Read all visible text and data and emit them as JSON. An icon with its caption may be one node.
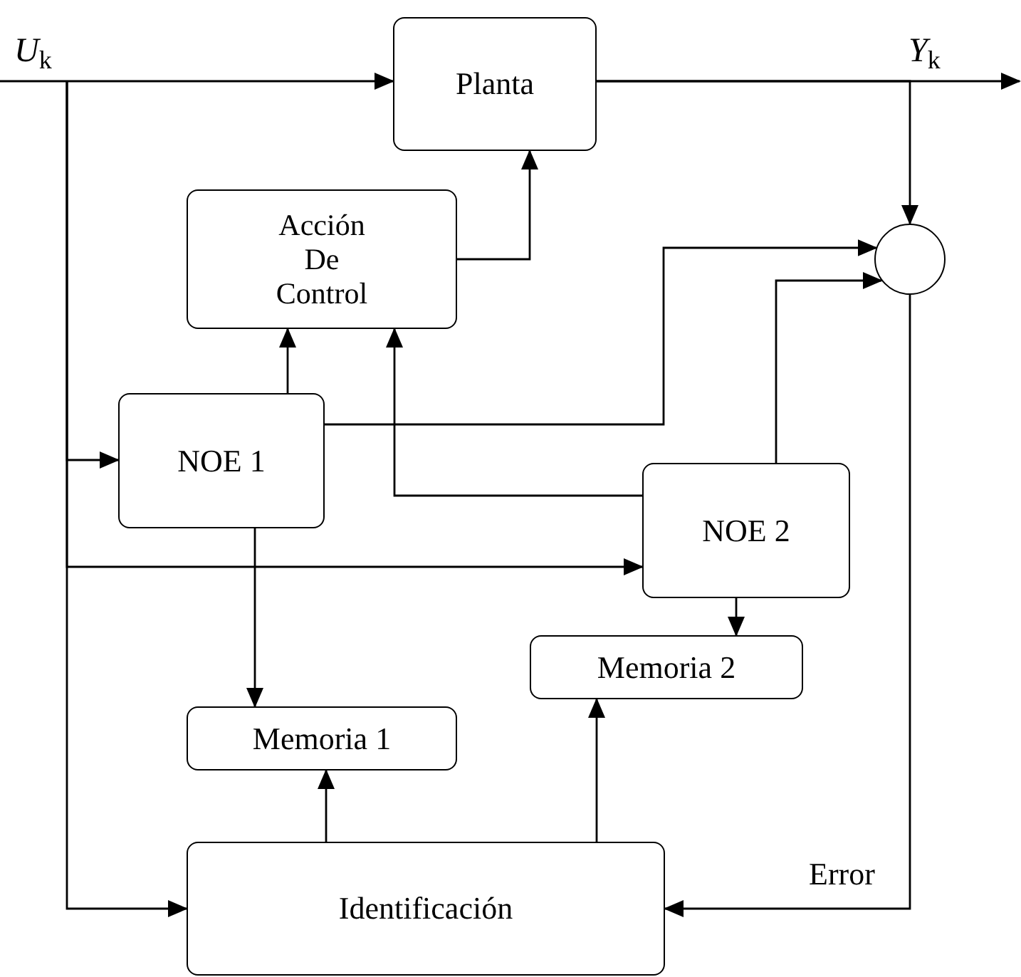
{
  "diagram": {
    "nodes": [
      {
        "text": [
          "Planta"
        ]
      },
      {
        "text": [
          "Acción De Control"
        ]
      },
      {
        "text": [],
        "shape": "circle"
      },
      {
        "text": [
          "NOE 1"
        ]
      },
      {
        "text": [
          "NOE 2"
        ]
      },
      {
        "text": [
          "Memoria 2"
        ]
      },
      {
        "text": [
          "Memoria 1"
        ]
      },
      {
        "text": [
          "Identificación"
        ]
      }
    ],
    "edges": [
      {
        "from": null,
        "to": 0,
        "arrow": "to"
      },
      {
        "from": null,
        "to": 3,
        "arrow": "to"
      },
      {
        "from": null,
        "to": 4,
        "arrow": "to"
      },
      {
        "from": null,
        "to": 7,
        "arrow": "to"
      },
      {
        "from": 0,
        "to": null,
        "arrow": "to"
      },
      {
        "from": 0,
        "to": 2,
        "arrow": "to"
      },
      {
        "from": 1,
        "to": 0,
        "arrow": "to"
      },
      {
        "from": 3,
        "to": 1,
        "arrow": "to"
      },
      {
        "from": 3,
        "to": 2,
        "arrow": "to"
      },
      {
        "from": 4,
        "to": 1,
        "arrow": "to"
      },
      {
        "from": 4,
        "to": 2,
        "arrow": "to"
      },
      {
        "from": 4,
        "to": 5,
        "arrow": "to"
      },
      {
        "from": 3,
        "to": 6,
        "arrow": "to"
      },
      {
        "from": 7,
        "to": 6,
        "arrow": "to"
      },
      {
        "from": 7,
        "to": 5,
        "arrow": "to"
      },
      {
        "from": 2,
        "to": 7,
        "arrow": "to",
        "label": "Error"
      }
    ],
    "labels": [
      "*U*$_{k}$",
      "*Y*$_{k}$"
    ]
  }
}
